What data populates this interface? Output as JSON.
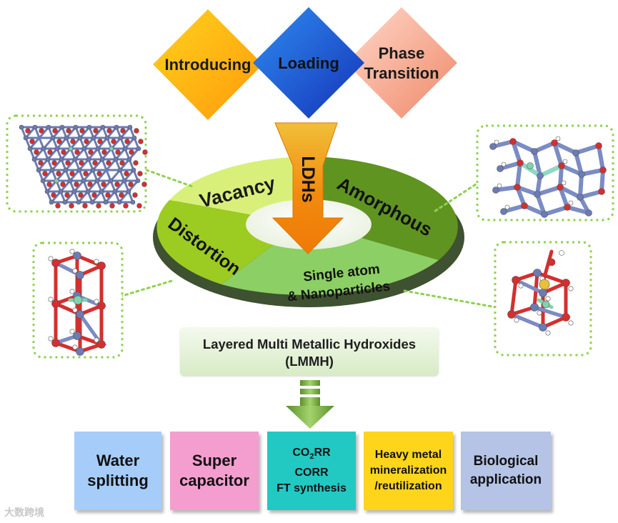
{
  "strategies": {
    "introducing": "Introducing",
    "loading": "Loading",
    "phase_line1": "Phase",
    "phase_line2": "Transition"
  },
  "ldhs": "LDHs",
  "ring": {
    "vacancy": "Vacancy",
    "amorphous": "Amorphous",
    "distortion": "Distortion",
    "single_line1": "Single atom",
    "single_line2": "& Nanoparticles"
  },
  "lmmh": {
    "line1": "Layered Multi Metallic Hydroxides",
    "line2": "(LMMH)"
  },
  "applications": {
    "water_line1": "Water",
    "water_line2": "splitting",
    "super_line1": "Super",
    "super_line2": "capacitor",
    "co2_prefix": "CO",
    "co2_sub": "2",
    "co2_suffix": "RR",
    "corr": "CORR",
    "ft": "FT synthesis",
    "heavy_line1": "Heavy metal",
    "heavy_line2": "mineralization",
    "heavy_line3": "/reutilization",
    "bio_line1": "Biological",
    "bio_line2": "application"
  },
  "watermark": "大数跨境",
  "colors": {
    "introducing": "#ffad14",
    "loading": "#1f5bd8",
    "phase": "#f7a589",
    "vacancy": "#d8f07a",
    "amorphous": "#5f9420",
    "distortion": "#9ccb21",
    "single": "#8ccf65",
    "ring_side": "#4a5d3a",
    "inset_border": "#8fd14f",
    "atom_metal": "#6b7bb3",
    "atom_oxygen": "#d42f2f",
    "atom_hydrogen": "#ffffff",
    "atom_dopant": "#7fd3b0",
    "atom_sulfur": "#e6c23a"
  }
}
